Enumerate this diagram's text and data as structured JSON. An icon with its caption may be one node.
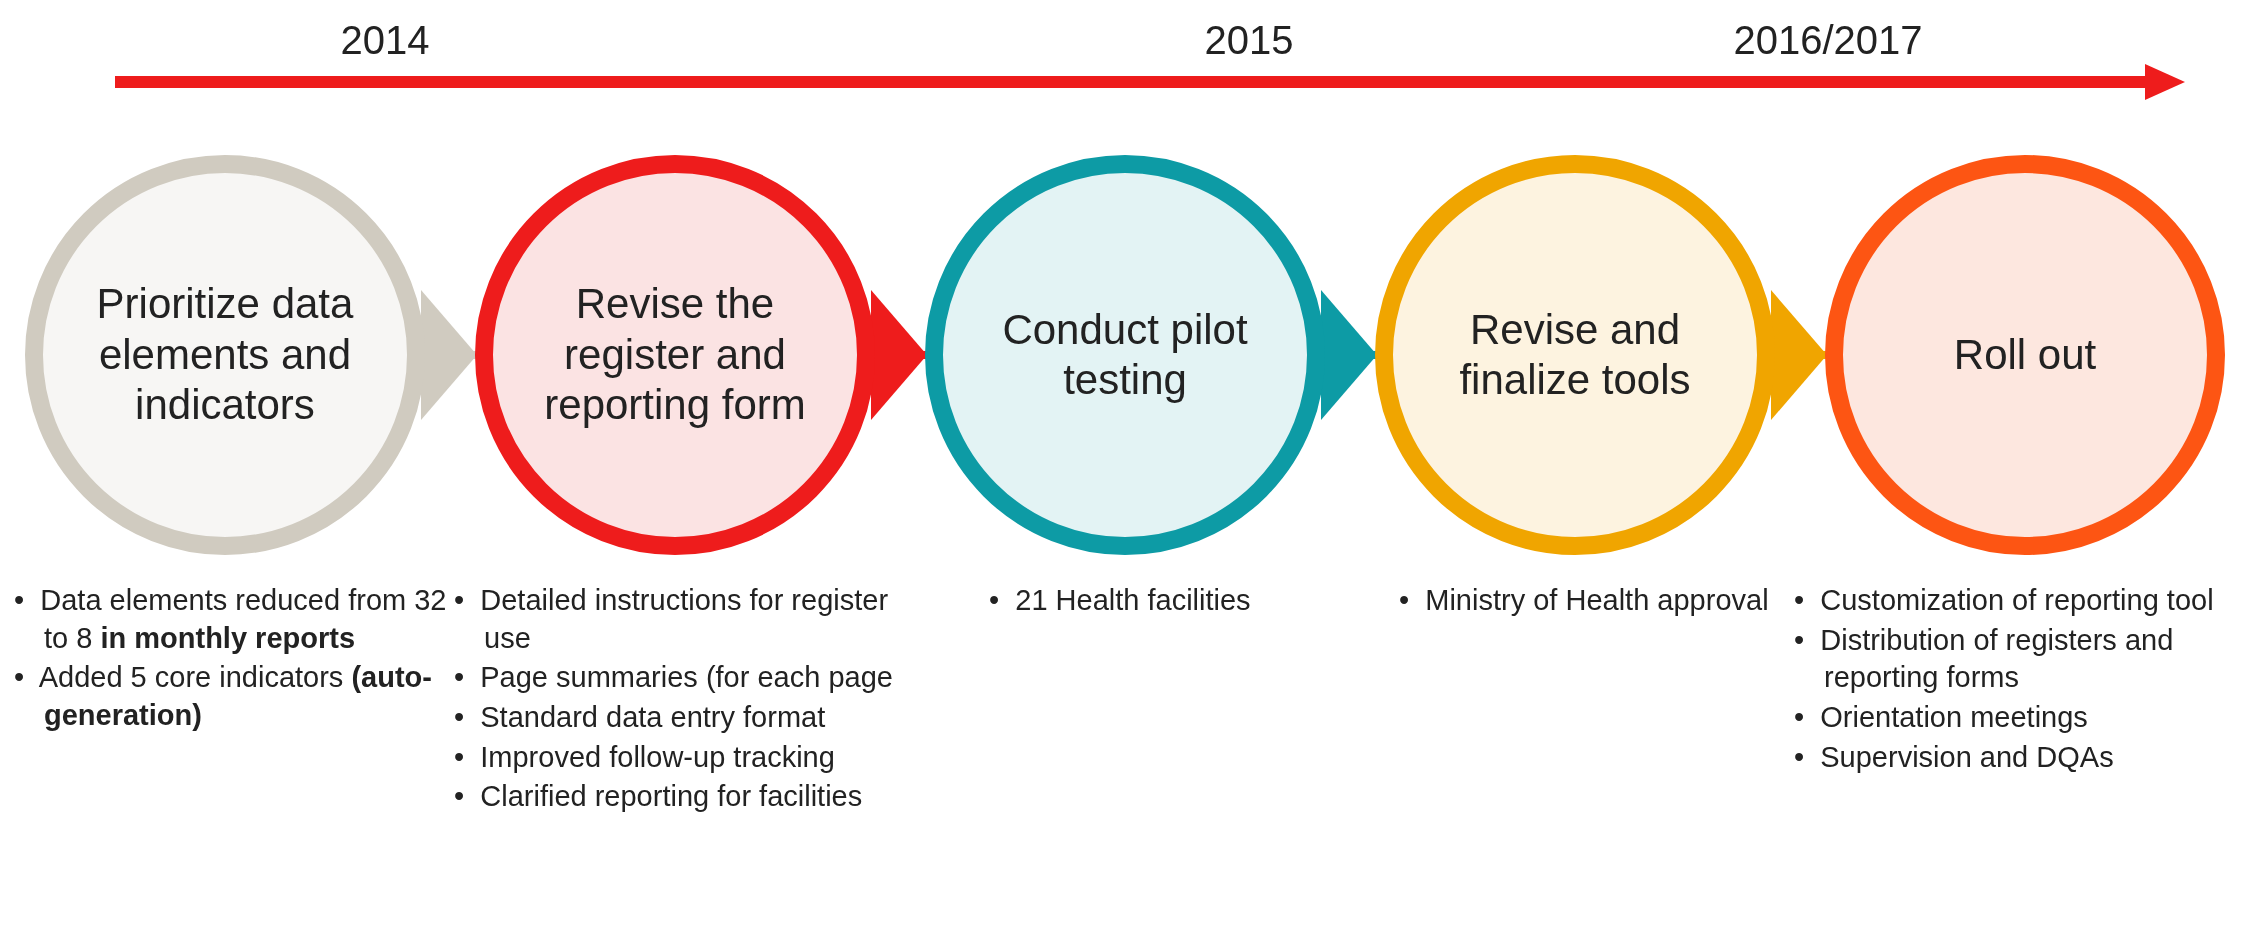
{
  "diagram": {
    "nodes": [
      {
        "text": [
          "Prioritize data elements and indicators"
        ],
        "beside": [
          "•  Data elements reduced from 32 to 8 **in monthly reports**",
          "•  Added 5 core indicators **(auto-generation)**"
        ]
      },
      {
        "text": [
          "Revise the register and reporting form"
        ],
        "beside": [
          "•  Detailed instructions for register use",
          "•  Page summaries (for each page",
          "•  Standard data entry format",
          "•  Improved follow-up tracking",
          "•  Clarified reporting for facilities"
        ]
      },
      {
        "text": [
          "Conduct pilot testing"
        ],
        "beside": [
          "•  21 Health facilities"
        ]
      },
      {
        "text": [
          "Revise and finalize tools"
        ],
        "beside": [
          "•  Ministry of Health approval"
        ]
      },
      {
        "text": [
          "Roll out"
        ],
        "beside": [
          "•  Customization of reporting tool",
          "•  Distribution of registers and reporting forms",
          "•  Orientation meetings",
          "•  Supervision and DQAs"
        ]
      }
    ],
    "edges": [
      {
        "from": 0,
        "to": 1,
        "arrow": "to",
        "color": "#d0cbc0"
      },
      {
        "from": 1,
        "to": 2,
        "arrow": "to",
        "color": "#ee1c1c"
      },
      {
        "from": 2,
        "to": 3,
        "arrow": "to",
        "color": "#0d9ba5"
      },
      {
        "from": 3,
        "to": 4,
        "arrow": "to",
        "color": "#f0a500"
      }
    ],
    "labels": [
      "2014",
      "2015",
      "2016/2017"
    ]
  }
}
